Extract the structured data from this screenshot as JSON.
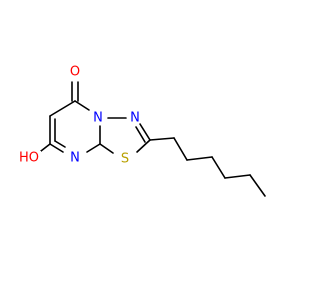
{
  "atoms": [
    {
      "id": "O_keto",
      "symbol": "O",
      "color": "#ff0000"
    },
    {
      "id": "N_bridge",
      "symbol": "N",
      "color": "#0000ff"
    },
    {
      "id": "N_thiadiazole",
      "symbol": "N",
      "color": "#0000ff"
    },
    {
      "id": "S",
      "symbol": "S",
      "color": "#b8a000"
    },
    {
      "id": "N_pyrimidine",
      "symbol": "N",
      "color": "#0000ff"
    },
    {
      "id": "HO",
      "symbol": "HO",
      "color": "#ff0000"
    }
  ],
  "bond_color": "#000000"
}
